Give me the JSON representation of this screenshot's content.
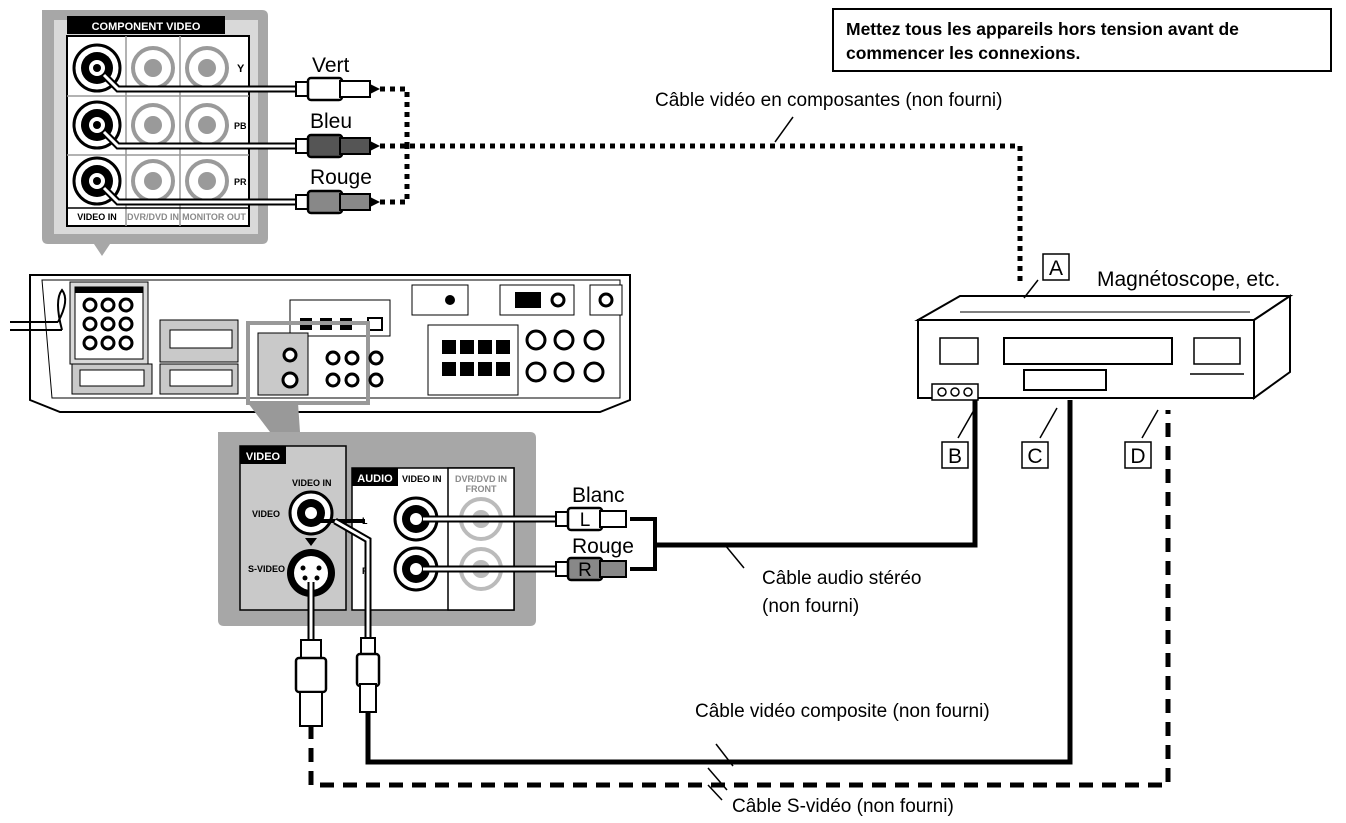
{
  "warning": "Mettez tous les appareils hors tension avant de commencer les connexions.",
  "component_panel": {
    "title": "COMPONENT VIDEO",
    "row_labels": [
      "Y",
      "PB",
      "PR"
    ],
    "bottom_labels": [
      "VIDEO IN",
      "DVR/DVD IN",
      "MONITOR OUT"
    ]
  },
  "plug_colors": {
    "green": "Vert",
    "blue": "Bleu",
    "red": "Rouge"
  },
  "component_cable": "Câble vidéo en composantes (non fourni)",
  "vcr_label": "Magnétoscope, etc.",
  "letters": {
    "a": "A",
    "b": "B",
    "c": "C",
    "d": "D"
  },
  "video_panel": {
    "title": "VIDEO",
    "video_in": "VIDEO IN",
    "video": "VIDEO",
    "s_video": "S-VIDEO"
  },
  "audio_panel": {
    "title": "AUDIO",
    "video_in": "VIDEO IN",
    "dvr_dvd": "DVR/DVD IN",
    "front": "FRONT",
    "l": "L",
    "r": "R"
  },
  "audio_plugs": {
    "white": "Blanc",
    "red": "Rouge",
    "l": "L",
    "r": "R"
  },
  "stereo_cable": {
    "line1": "Câble audio stéréo",
    "line2": "(non fourni)"
  },
  "composite_cable": "Câble vidéo composite (non fourni)",
  "svideo_cable": "Câble S-vidéo (non fourni)"
}
